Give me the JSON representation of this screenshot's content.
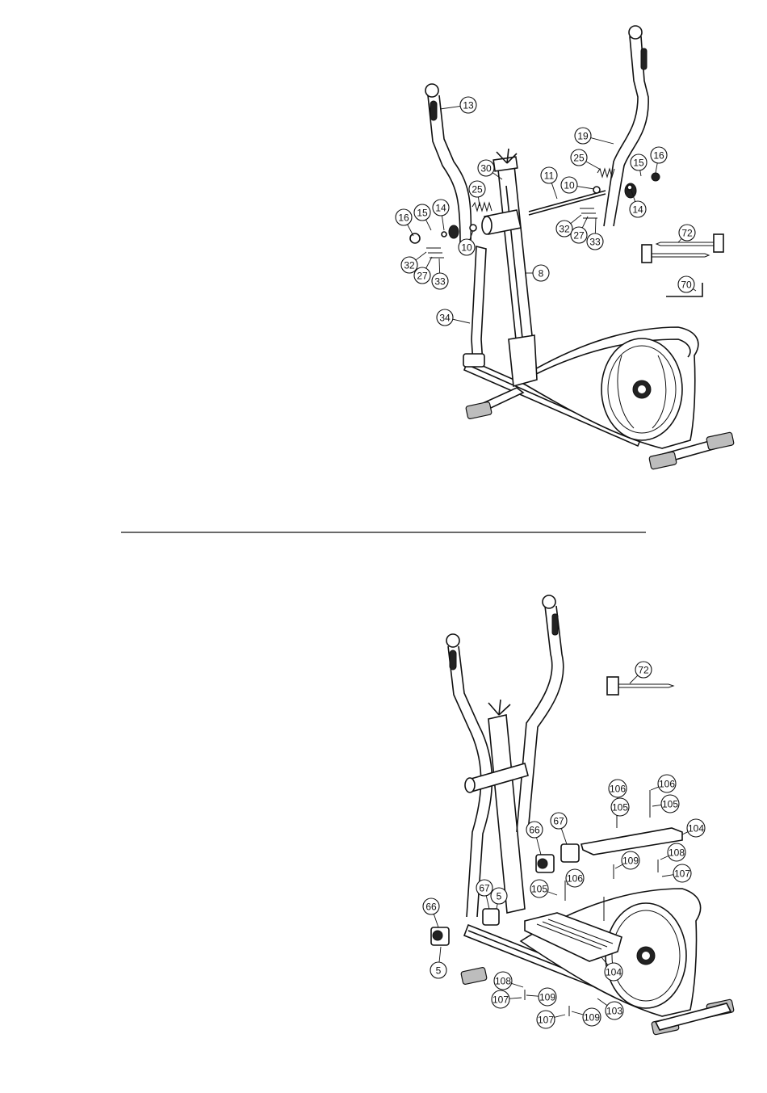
{
  "step_top": {
    "callouts": [
      {
        "id": "c13",
        "label": "13"
      },
      {
        "id": "c19",
        "label": "19"
      },
      {
        "id": "c30",
        "label": "30"
      },
      {
        "id": "c25a",
        "label": "25"
      },
      {
        "id": "c25b",
        "label": "25"
      },
      {
        "id": "c11",
        "label": "11"
      },
      {
        "id": "c10a",
        "label": "10"
      },
      {
        "id": "c10b",
        "label": "10"
      },
      {
        "id": "c15a",
        "label": "15"
      },
      {
        "id": "c16a",
        "label": "16"
      },
      {
        "id": "c15b",
        "label": "15"
      },
      {
        "id": "c16b",
        "label": "16"
      },
      {
        "id": "c14a",
        "label": "14"
      },
      {
        "id": "c14b",
        "label": "14"
      },
      {
        "id": "c32a",
        "label": "32"
      },
      {
        "id": "c27a",
        "label": "27"
      },
      {
        "id": "c33a",
        "label": "33"
      },
      {
        "id": "c32b",
        "label": "32"
      },
      {
        "id": "c27b",
        "label": "27"
      },
      {
        "id": "c33b",
        "label": "33"
      },
      {
        "id": "c8",
        "label": "8"
      },
      {
        "id": "c34",
        "label": "34"
      },
      {
        "id": "c72a",
        "label": "72"
      },
      {
        "id": "c70",
        "label": "70"
      }
    ]
  },
  "step_bottom": {
    "callouts": [
      {
        "id": "d72",
        "label": "72"
      },
      {
        "id": "d106a",
        "label": "106"
      },
      {
        "id": "d106b",
        "label": "106"
      },
      {
        "id": "d105a",
        "label": "105"
      },
      {
        "id": "d105b",
        "label": "105"
      },
      {
        "id": "d104a",
        "label": "104"
      },
      {
        "id": "d66a",
        "label": "66"
      },
      {
        "id": "d67a",
        "label": "67"
      },
      {
        "id": "d109a",
        "label": "109"
      },
      {
        "id": "d108a",
        "label": "108"
      },
      {
        "id": "d107a",
        "label": "107"
      },
      {
        "id": "d106c",
        "label": "106"
      },
      {
        "id": "d105c",
        "label": "105"
      },
      {
        "id": "d67b",
        "label": "67"
      },
      {
        "id": "d5a",
        "label": "5"
      },
      {
        "id": "d66b",
        "label": "66"
      },
      {
        "id": "d5b",
        "label": "5"
      },
      {
        "id": "d104b",
        "label": "104"
      },
      {
        "id": "d108b",
        "label": "108"
      },
      {
        "id": "d109b",
        "label": "109"
      },
      {
        "id": "d107b",
        "label": "107"
      },
      {
        "id": "d103",
        "label": "103"
      },
      {
        "id": "d107c",
        "label": "107"
      },
      {
        "id": "d109c",
        "label": "109"
      }
    ]
  }
}
